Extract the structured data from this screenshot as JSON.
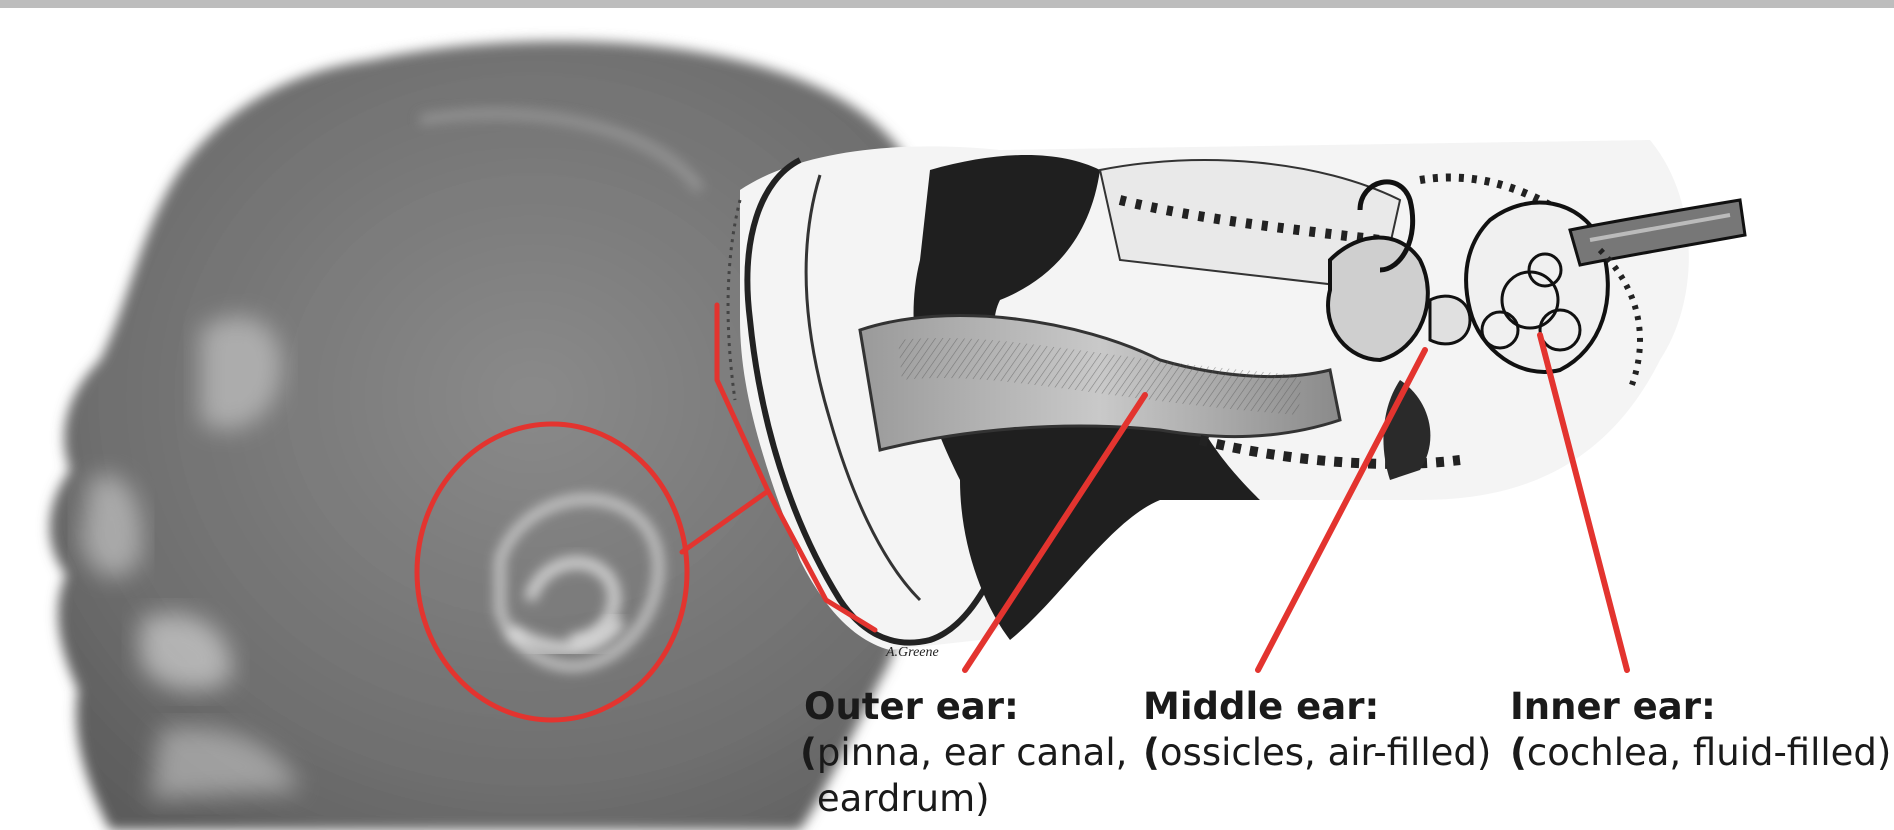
{
  "colors": {
    "pointer_red": "#e3342f",
    "head_gray": "#7a7a7a",
    "label_text": "#1a1a1a"
  },
  "artwork": {
    "illustrator_signature": "A.Greene"
  },
  "labels": {
    "outer": {
      "title": "Outer ear:",
      "open_paren": "(",
      "description": "pinna, ear canal, eardrum)"
    },
    "middle": {
      "title": "Middle ear:",
      "open_paren": "(",
      "description": "ossicles, air-filled)"
    },
    "inner": {
      "title": "Inner ear:",
      "open_paren": "(",
      "description": "cochlea, fluid-filled)"
    }
  }
}
